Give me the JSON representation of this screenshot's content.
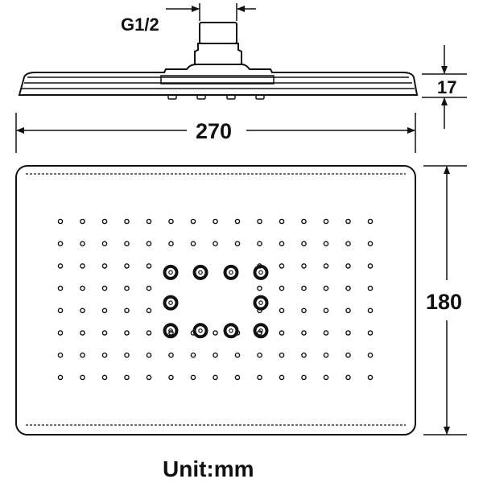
{
  "labels": {
    "thread": "G1/2",
    "height": "17",
    "width": "270",
    "depth": "180",
    "unit": "Unit:mm"
  },
  "nozzles": {
    "small_grid_cols": 15,
    "small_grid_rows": 8,
    "large_count": 10
  },
  "colors": {
    "line": "#111111",
    "background": "#ffffff"
  }
}
